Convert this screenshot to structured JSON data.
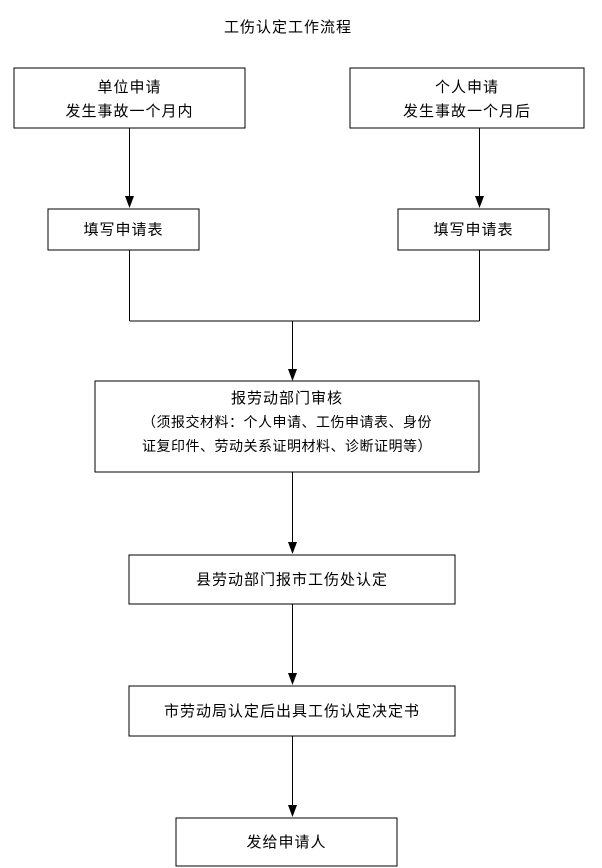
{
  "title": "工伤认定工作流程",
  "nodes": {
    "unit_apply": {
      "line1": "单位申请",
      "line2": "发生事故一个月内"
    },
    "personal_apply": {
      "line1": "个人申请",
      "line2": "发生事故一个月后"
    },
    "fill_form_left": {
      "label": "填写申请表"
    },
    "fill_form_right": {
      "label": "填写申请表"
    },
    "labor_review": {
      "line1": "报劳动部门审核",
      "line2": "（须报交材料：个人申请、工伤申请表、身份",
      "line3": "证复印件、劳动关系证明材料、诊断证明等）"
    },
    "county_report": {
      "label": "县劳动部门报市工伤处认定"
    },
    "city_decision": {
      "label": "市劳动局认定后出具工伤认定决定书"
    },
    "issue_applicant": {
      "label": "发给申请人"
    }
  }
}
